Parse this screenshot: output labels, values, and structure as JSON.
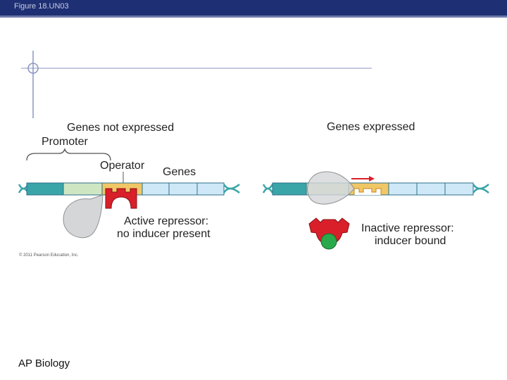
{
  "slide": {
    "header_title": "Figure 18.UN03",
    "footer": "AP Biology",
    "copyright": "© 2011 Pearson Education, Inc."
  },
  "left_panel": {
    "heading": "Genes not expressed",
    "promoter_label": "Promoter",
    "operator_label": "Operator",
    "genes_label": "Genes",
    "repressor_caption_1": "Active repressor:",
    "repressor_caption_2": "no inducer present"
  },
  "right_panel": {
    "heading": "Genes expressed",
    "repressor_caption_1": "Inactive repressor:",
    "repressor_caption_2": "inducer bound"
  },
  "colors": {
    "header_bar": "#1e2f73",
    "promoter_block": "#3aa5a8",
    "dna_green": "#cfe6c3",
    "operator_block": "#f1c766",
    "gene_block": "#cfe8f7",
    "repressor": "#d9202a",
    "inducer": "#2aa94a",
    "polymerase": "#d4d6d8",
    "arrow": "#d9202a"
  }
}
